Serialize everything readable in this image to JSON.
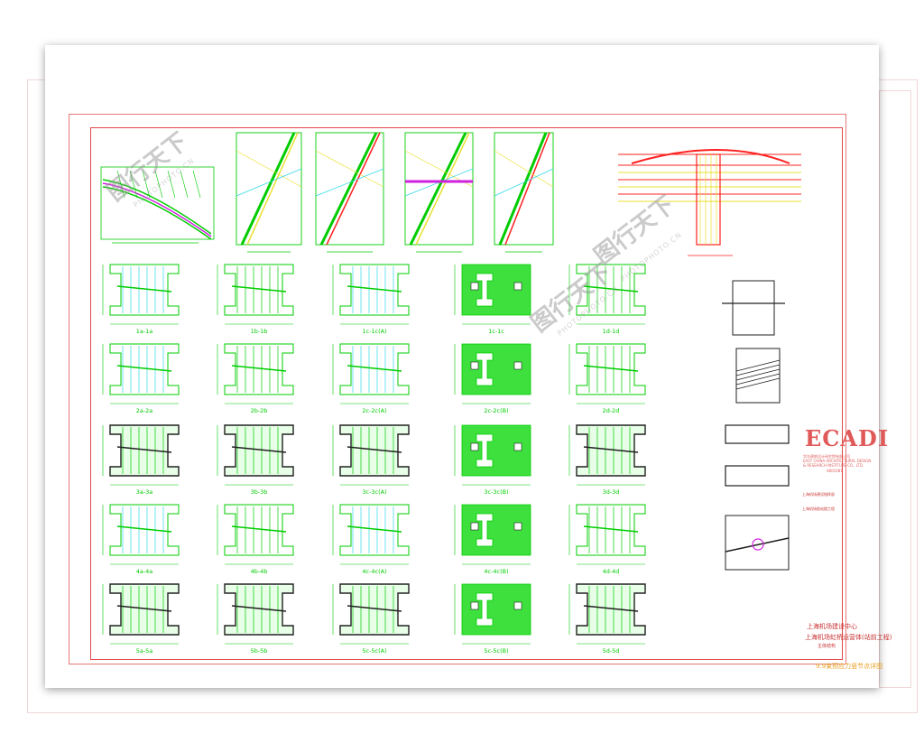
{
  "drawing": {
    "colors": {
      "frame": "#e04848",
      "line": "#00cc00",
      "fill": "#3ee03e",
      "cyan": "#30d8e8",
      "yellow": "#e8e030",
      "red": "#ff2020",
      "magenta": "#d020e0",
      "black": "#202020"
    },
    "column_labels": [
      [
        "1a-1a",
        "1b-1b",
        "1c-1c(A)",
        "1c-1c",
        "1d-1d"
      ],
      [
        "2a-2a",
        "2b-2b",
        "2c-2c(A)",
        "2c-2c(B)",
        "2d-2d"
      ],
      [
        "3a-3a",
        "3b-3b",
        "3c-3c(A)",
        "3c-3c(B)",
        "3d-3d"
      ],
      [
        "4a-4a",
        "4b-4b",
        "4c-4c(A)",
        "4c-4c(B)",
        "4d-4d"
      ],
      [
        "5a-5a",
        "5b-5b",
        "5c-5c(A)",
        "5c-5c(B)",
        "5d-5d"
      ]
    ]
  },
  "title_block": {
    "logo": "ECADI",
    "company_cn": "华东建筑设计研究院有限公司",
    "company_en_1": "EAST CHINA ARCHITECTURAL DESIGN",
    "company_en_2": "& RESEARCH INSTITUTE CO., LTD.",
    "cert": "0801081",
    "client": "上海机场建设指挥部",
    "project": "上海机场航站楼工程",
    "owner": "上海机场建设中心",
    "project_full": "上海机场虹桥运营体(站前工程)",
    "sub_project": "主体结构",
    "sheet_title": "9.9束预应力竖节点详图"
  },
  "watermark": {
    "text": "图行天下",
    "sub": "PHOTOPHOTO.CN"
  }
}
